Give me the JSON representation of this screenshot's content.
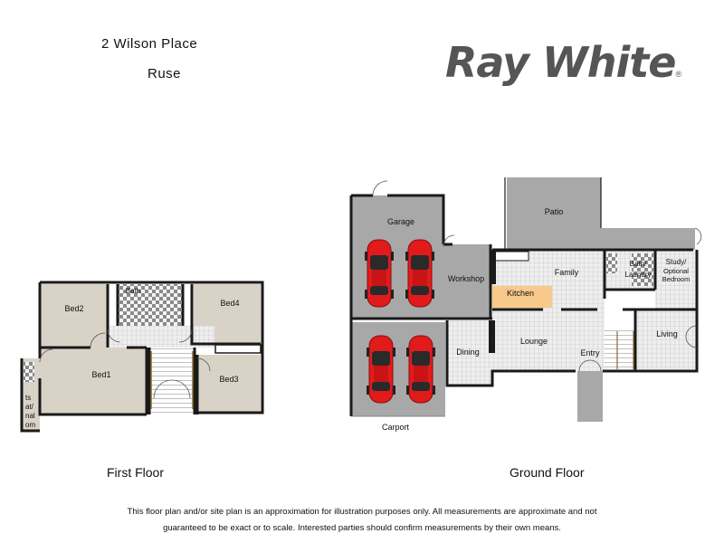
{
  "address": {
    "line1": "2 Wilson Place",
    "line2": "Ruse"
  },
  "brand": {
    "name": "Ray White",
    "mark": "®",
    "color": "#555555"
  },
  "floors": {
    "first": "First Floor",
    "ground": "Ground Floor"
  },
  "rooms": {
    "bed2": "Bed2",
    "bath_first": "Bath",
    "bed4": "Bed4",
    "bed1": "Bed1",
    "bed3": "Bed3",
    "cut_text_1": "ts",
    "cut_text_2": "at/",
    "cut_text_3": "nal",
    "cut_text_4": "om",
    "garage": "Garage",
    "workshop": "Workshop",
    "carport": "Carport",
    "patio": "Patio",
    "family": "Family",
    "kitchen": "Kitchen",
    "dining": "Dining",
    "lounge": "Lounge",
    "entry": "Entry",
    "bath_ground": "Bath/",
    "laundry": "Laundry",
    "study_1": "Study/",
    "study_2": "Optional",
    "study_3": "Bedroom",
    "living": "Living"
  },
  "colors": {
    "room": "#d9d2c7",
    "tile": "#e4e4e4",
    "garage": "#a8a8a8",
    "wall": "#1a1a1a",
    "car": "#e11b1b",
    "bench": "#f7c98a"
  },
  "disclaimer": {
    "line1": "This floor plan and/or site plan is an approximation for illustration purposes only. All measurements are approximate and not",
    "line2": "guaranteed to be exact or to scale. Interested parties should confirm measurements by their own means."
  }
}
